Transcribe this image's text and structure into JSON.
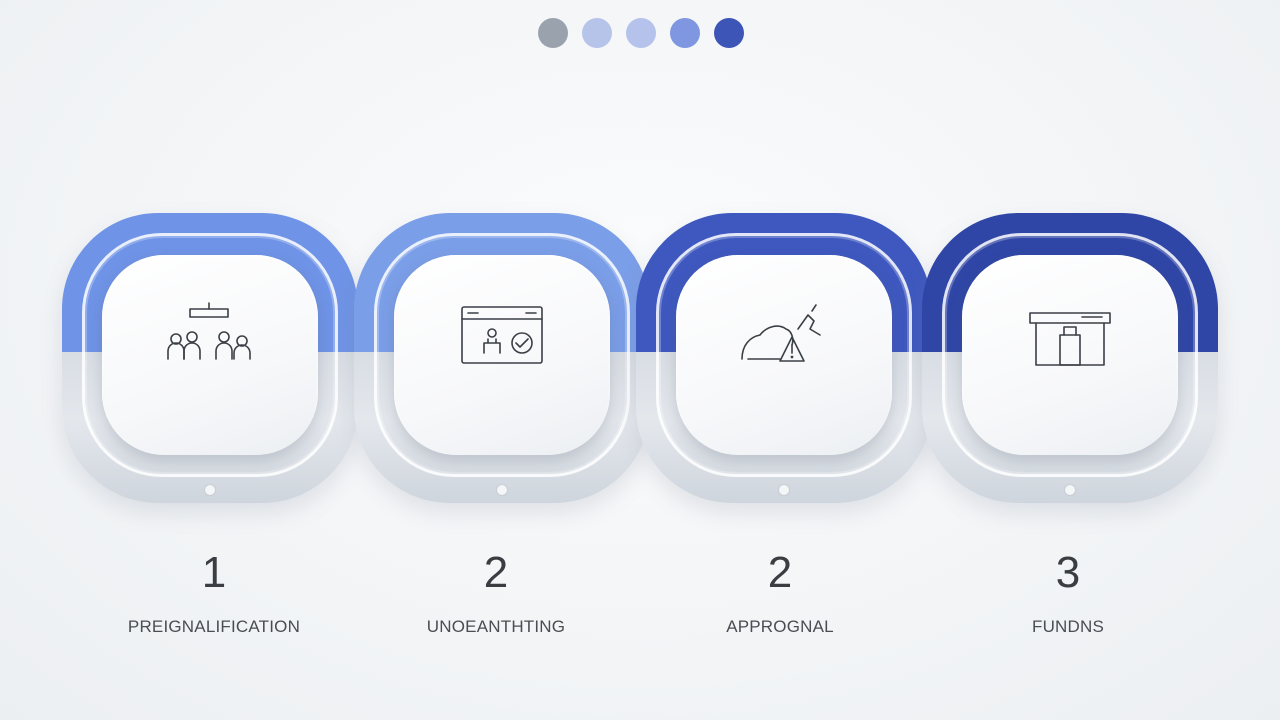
{
  "pagination": {
    "dots": [
      {
        "color": "#9aa3ad"
      },
      {
        "color": "#b7c4ea"
      },
      {
        "color": "#b5c2eb"
      },
      {
        "color": "#7f96e1"
      },
      {
        "color": "#3e55b8"
      }
    ]
  },
  "steps": [
    {
      "number": "1",
      "label": "PREIGNALIFICATION",
      "icon": "people-icon",
      "top_color": "#6f93e6"
    },
    {
      "number": "2",
      "label": "UNOEANTHTING",
      "icon": "document-window-icon",
      "top_color": "#7b9ee8"
    },
    {
      "number": "2",
      "label": "APPROGNAL",
      "icon": "mountain-warning-icon",
      "top_color": "#3e58bf"
    },
    {
      "number": "3",
      "label": "FUNDNS",
      "icon": "storefront-icon",
      "top_color": "#2f46a6"
    }
  ]
}
